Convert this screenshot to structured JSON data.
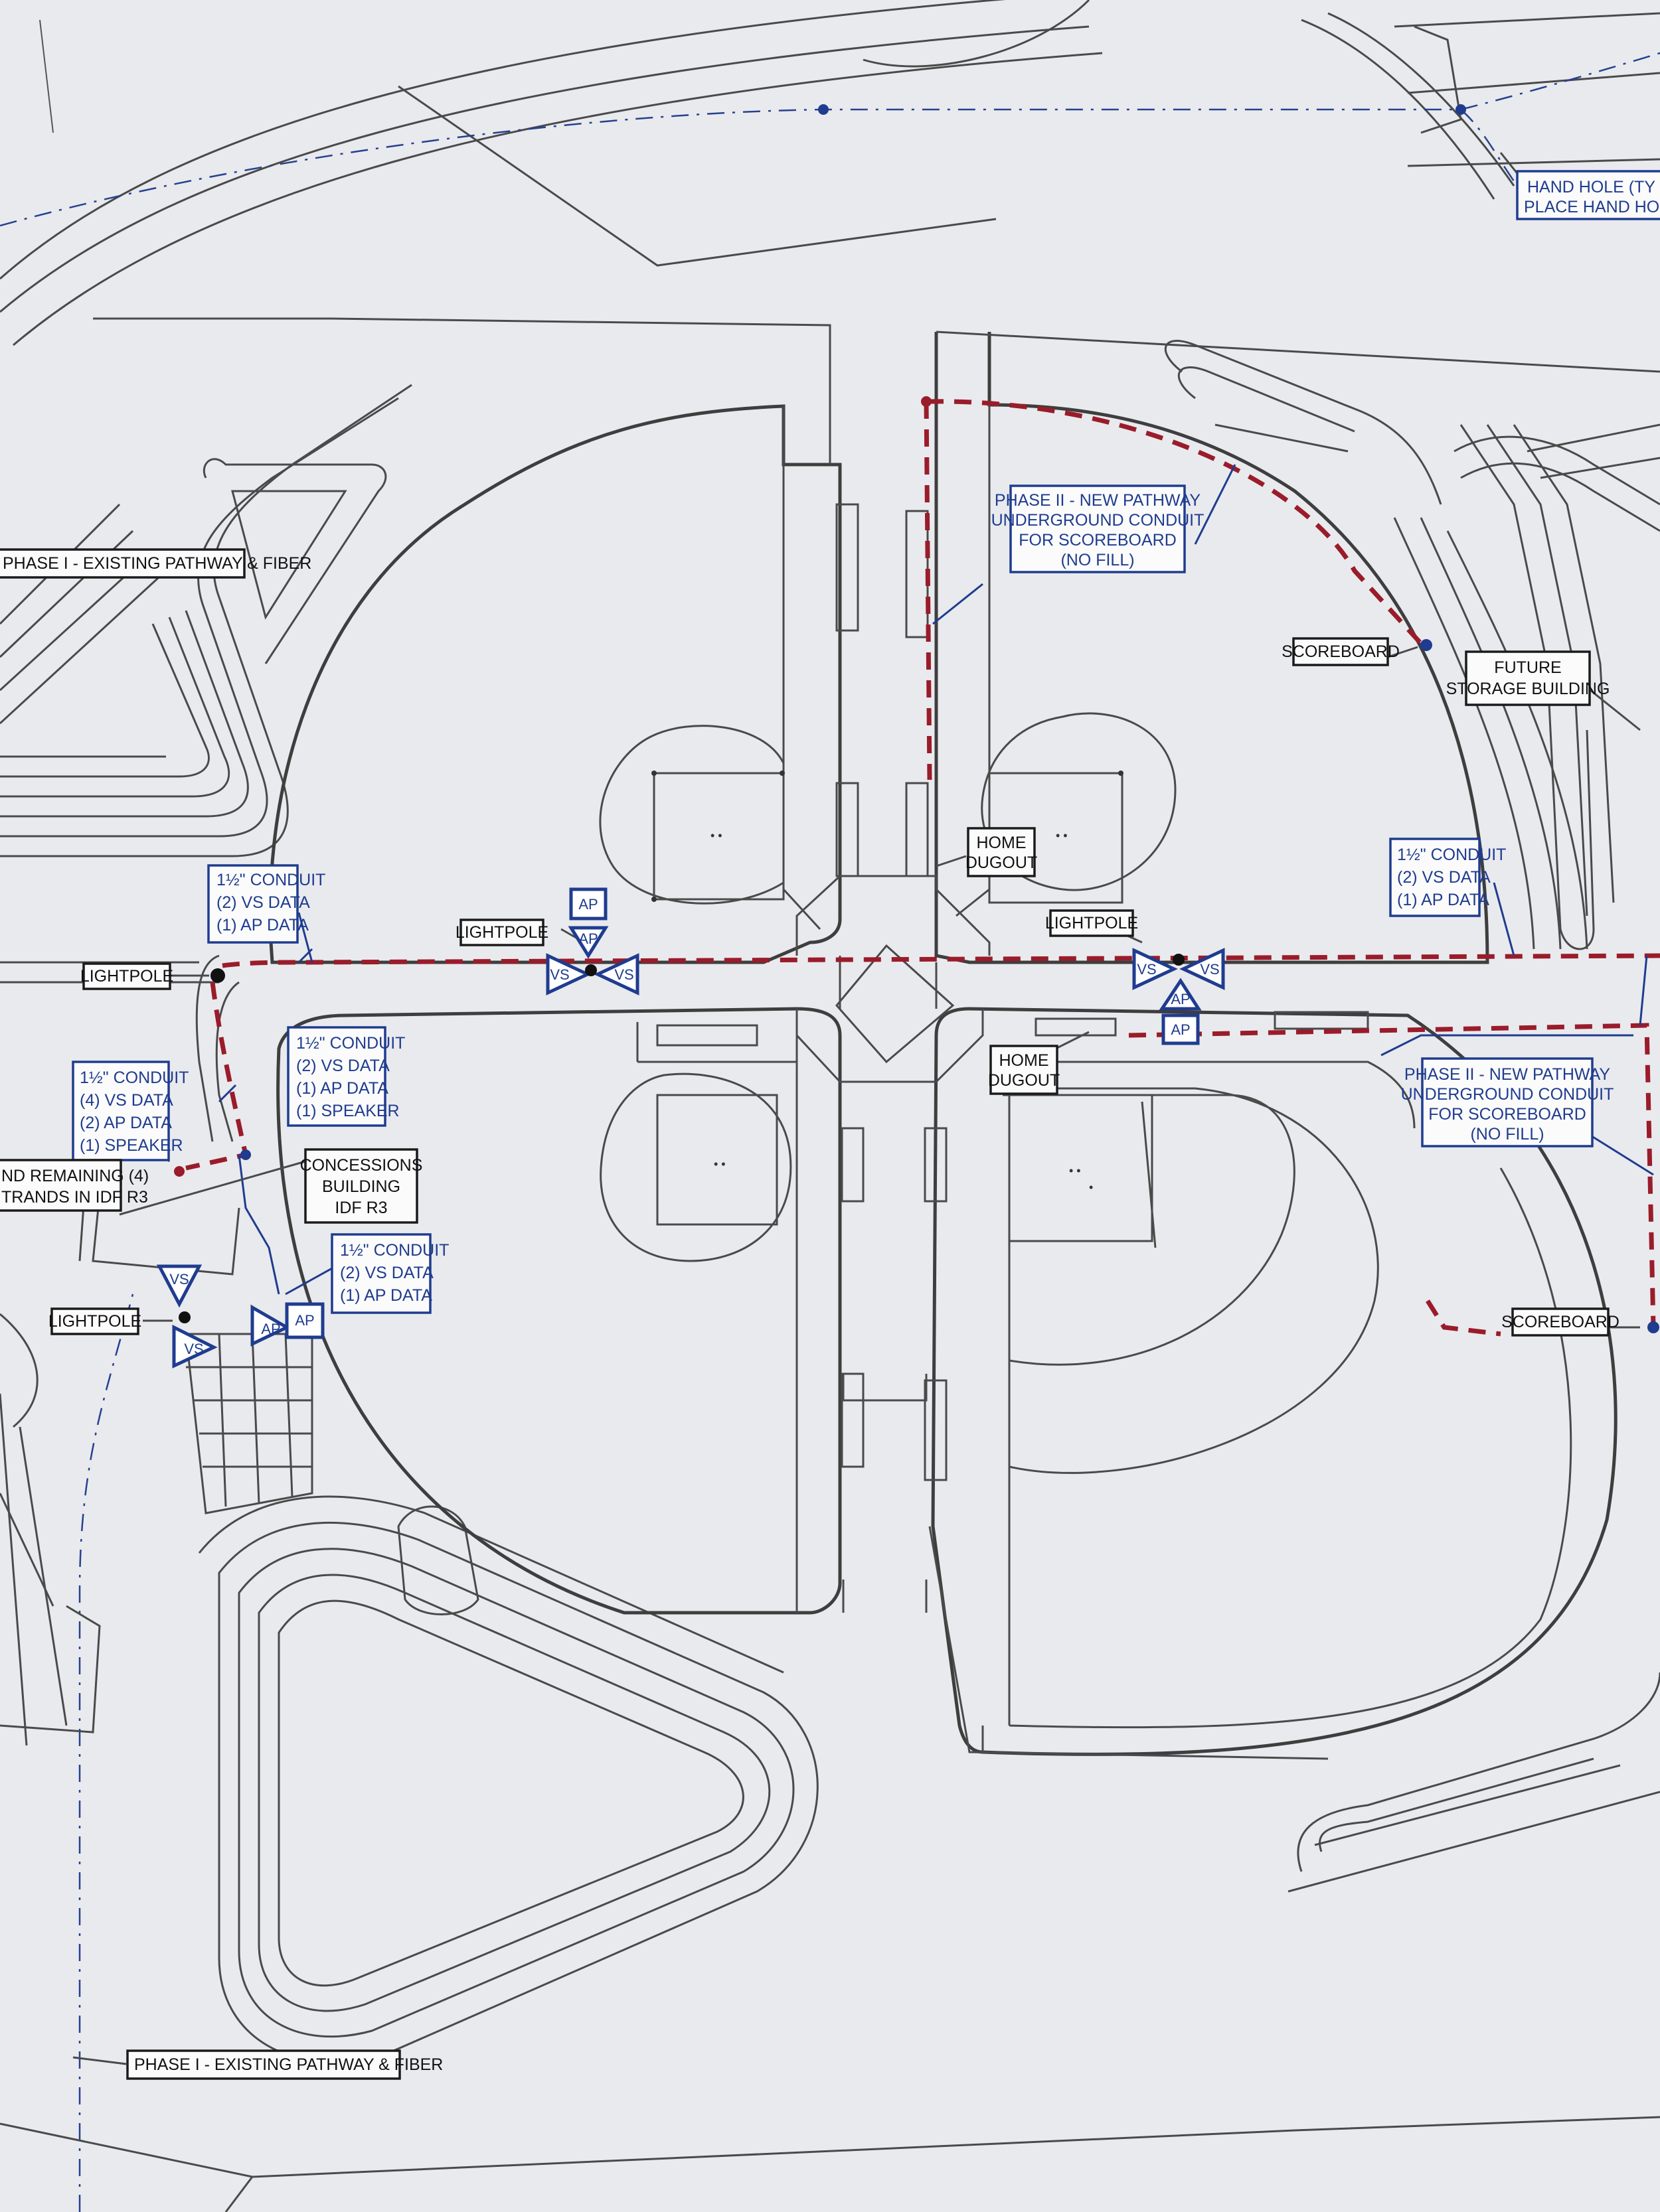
{
  "labels": {
    "phase1_top": "PHASE I - EXISTING PATHWAY & FIBER",
    "phase1_bottom": "PHASE I - EXISTING PATHWAY & FIBER",
    "hand_hole_1": "HAND HOLE (TY",
    "hand_hole_2": "PLACE HAND HOLES AS",
    "phase2_top_1": "PHASE II - NEW PATHWAY",
    "phase2_top_2": "UNDERGROUND CONDUIT",
    "phase2_top_3": "FOR SCOREBOARD",
    "phase2_top_4": "(NO FILL)",
    "phase2_right_1": "PHASE II - NEW PATHWAY",
    "phase2_right_2": "UNDERGROUND CONDUIT",
    "phase2_right_3": "FOR SCOREBOARD",
    "phase2_right_4": "(NO FILL)",
    "scoreboard_top": "SCOREBOARD",
    "scoreboard_right": "SCOREBOARD",
    "future_storage_1": "FUTURE",
    "future_storage_2": "STORAGE BUILDING",
    "home_dugout_top_1": "HOME",
    "home_dugout_top_2": "DUGOUT",
    "home_dugout_bottom_1": "HOME",
    "home_dugout_bottom_2": "DUGOUT",
    "lightpole_center_left": "LIGHTPOLE",
    "lightpole_center_right": "LIGHTPOLE",
    "lightpole_left": "LIGHTPOLE",
    "lightpole_bottom_left": "LIGHTPOLE",
    "conduit_a_1": "1½\" CONDUIT",
    "conduit_a_2": "(2) VS DATA",
    "conduit_a_3": "(1) AP DATA",
    "conduit_b_1": "1½\" CONDUIT",
    "conduit_b_2": "(2) VS DATA",
    "conduit_b_3": "(1) AP DATA",
    "conduit_c_1": "1½\" CONDUIT",
    "conduit_c_2": "(2) VS DATA",
    "conduit_c_3": "(1) AP DATA",
    "conduit_c_4": "(1) SPEAKER",
    "conduit_d_1": "1½\" CONDUIT",
    "conduit_d_2": "(4) VS DATA",
    "conduit_d_3": "(2) AP DATA",
    "conduit_d_4": "(1) SPEAKER",
    "conduit_e_1": "1½\" CONDUIT",
    "conduit_e_2": "(2) VS DATA",
    "conduit_e_3": "(1) AP DATA",
    "strands_1": "ND REMAINING (4)",
    "strands_2": "TRANDS IN IDF R3",
    "concessions_1": "CONCESSIONS",
    "concessions_2": "BUILDING",
    "concessions_3": "IDF R3"
  },
  "devices": {
    "ap": "AP",
    "vs": "VS"
  },
  "colors": {
    "paper": "#e9eaee",
    "linework": "#3e3e3e",
    "phase2_conduit": "#9a1c2a",
    "network_blue": "#1f3c8f"
  }
}
